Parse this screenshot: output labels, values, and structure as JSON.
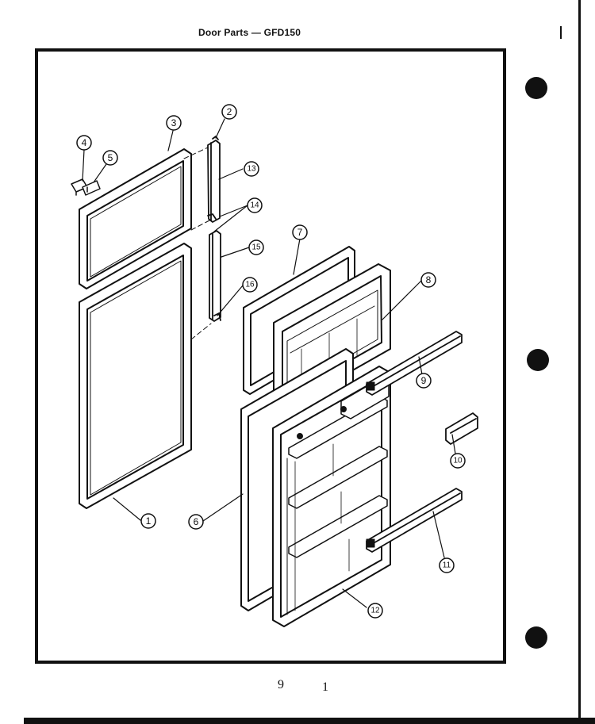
{
  "header": {
    "title": "Door Parts — GFD150"
  },
  "callouts": [
    {
      "id": "1",
      "label": "1"
    },
    {
      "id": "2",
      "label": "2"
    },
    {
      "id": "3",
      "label": "3"
    },
    {
      "id": "4",
      "label": "4"
    },
    {
      "id": "5",
      "label": "5"
    },
    {
      "id": "6",
      "label": "6"
    },
    {
      "id": "7",
      "label": "7"
    },
    {
      "id": "8",
      "label": "8"
    },
    {
      "id": "9",
      "label": "9"
    },
    {
      "id": "10",
      "label": "10"
    },
    {
      "id": "11",
      "label": "11"
    },
    {
      "id": "12",
      "label": "12"
    },
    {
      "id": "13",
      "label": "13"
    },
    {
      "id": "14",
      "label": "14"
    },
    {
      "id": "15",
      "label": "15"
    },
    {
      "id": "16",
      "label": "16"
    }
  ],
  "footer": {
    "mark_left": "9",
    "mark_right": "1"
  }
}
